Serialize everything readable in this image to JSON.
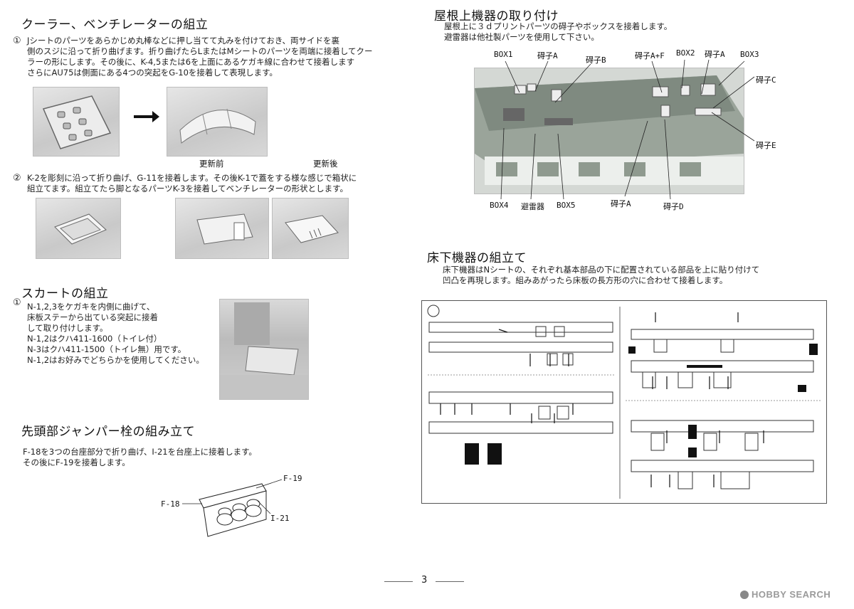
{
  "page_number": "3",
  "watermark": "HOBBY SEARCH",
  "cooler": {
    "heading": "クーラー、ベンチレーターの組立",
    "step1_num": "①",
    "step1_text": "Jシートのパーツをあらかじめ丸棒などに押し当てて丸みを付けておき、両サイドを裏\n側のスジに沿って折り曲げます。折り曲げたらLまたはMシートのパーツを両端に接着してクー\nラーの形にします。その後に、K-4,5または6を上面にあるケガキ線に合わせて接着します\nさらにAU75は側面にある4つの突起をG-10を接着して表現します。",
    "caption_before": "更新前",
    "caption_after": "更新後",
    "step2_num": "②",
    "step2_text": "K-2を彫刻に沿って折り曲げ、G-11を接着します。その後K-1で蓋をする様な感じで箱状に\n組立てます。組立てたら脚となるパーツK-3を接着してベンチレーターの形状とします。"
  },
  "skirt": {
    "heading": "スカートの組立",
    "step1_num": "①",
    "step1_text": "N-1,2,3をケガキを内側に曲げて、\n床板ステーから出ている突起に接着\nして取り付けします。\nN-1,2はクハ411-1600（トイレ付）\nN-3はクハ411-1500（トイレ無）用です。\nN-1,2はお好みでどちらかを使用してください。"
  },
  "jumper": {
    "heading": "先頭部ジャンパー栓の組み立て",
    "text": "F-18を3つの台座部分で折り曲げ、I-21を台座上に接着します。\nその後にF-19を接着します。",
    "label_f18": "F-18",
    "label_f19": "F-19",
    "label_i21": "I-21"
  },
  "roof": {
    "heading": "屋根上機器の取り付け",
    "text": "屋根上に３ｄプリントパーツの碍子やボックスを接着します。\n避雷器は他社製パーツを使用して下さい。",
    "labels_top": [
      "BOX1",
      "碍子A",
      "碍子B",
      "碍子A+F",
      "BOX2",
      "碍子A",
      "BOX3"
    ],
    "label_c": "碍子C",
    "label_e": "碍子E",
    "labels_bottom": [
      "BOX4",
      "避雷器",
      "BOX5",
      "碍子A",
      "碍子D"
    ]
  },
  "underfloor": {
    "heading": "床下機器の組立て",
    "text": "床下機器はNシートの、それぞれ基本部品の下に配置されている部品を上に貼り付けて\n凹凸を再現します。組みあがったら床板の長方形の穴に合わせて接着します。"
  }
}
